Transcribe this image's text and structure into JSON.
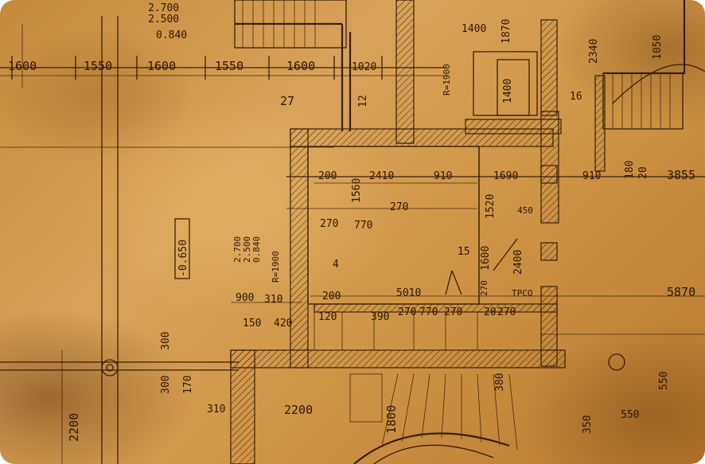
{
  "image": {
    "subject": "aged architectural floor-plan blueprint on stained parchment",
    "colors": {
      "paper_light": "#d9a25a",
      "paper_dark": "#b8772e",
      "ink": "#3a1e08"
    }
  },
  "labels": {
    "top_row": [
      "1600",
      "1550",
      "1600",
      "1550",
      "1600",
      "1020"
    ],
    "top_left_stack": [
      "2.700",
      "2.500",
      "0.840"
    ],
    "left_stack": [
      "2.700",
      "2.500",
      "0.840"
    ],
    "dims_a": [
      "200",
      "2410",
      "910",
      "1690",
      "910",
      "3855"
    ],
    "dims_b": [
      "1560",
      "270",
      "770",
      "270",
      "450"
    ],
    "dims_c": [
      "1520",
      "1600",
      "2400",
      "4",
      "15"
    ],
    "dims_d": [
      "5010",
      "270",
      "200",
      "310",
      "900",
      "420",
      "150"
    ],
    "dims_e": [
      "270",
      "770",
      "270",
      "20",
      "270",
      "120",
      "390"
    ],
    "dims_f": [
      "2200",
      "2200",
      "1800",
      "1400",
      "380",
      "310",
      "300",
      "300",
      "170"
    ],
    "dims_g": [
      "350",
      "550",
      "550",
      "5870",
      "1400",
      "1870",
      "2340",
      "1050",
      "180",
      "20"
    ],
    "level": "-0.650",
    "radius_mark": "R=1900",
    "marks": [
      "27",
      "12",
      "16",
      "4",
      "15",
      "TPCO"
    ]
  }
}
